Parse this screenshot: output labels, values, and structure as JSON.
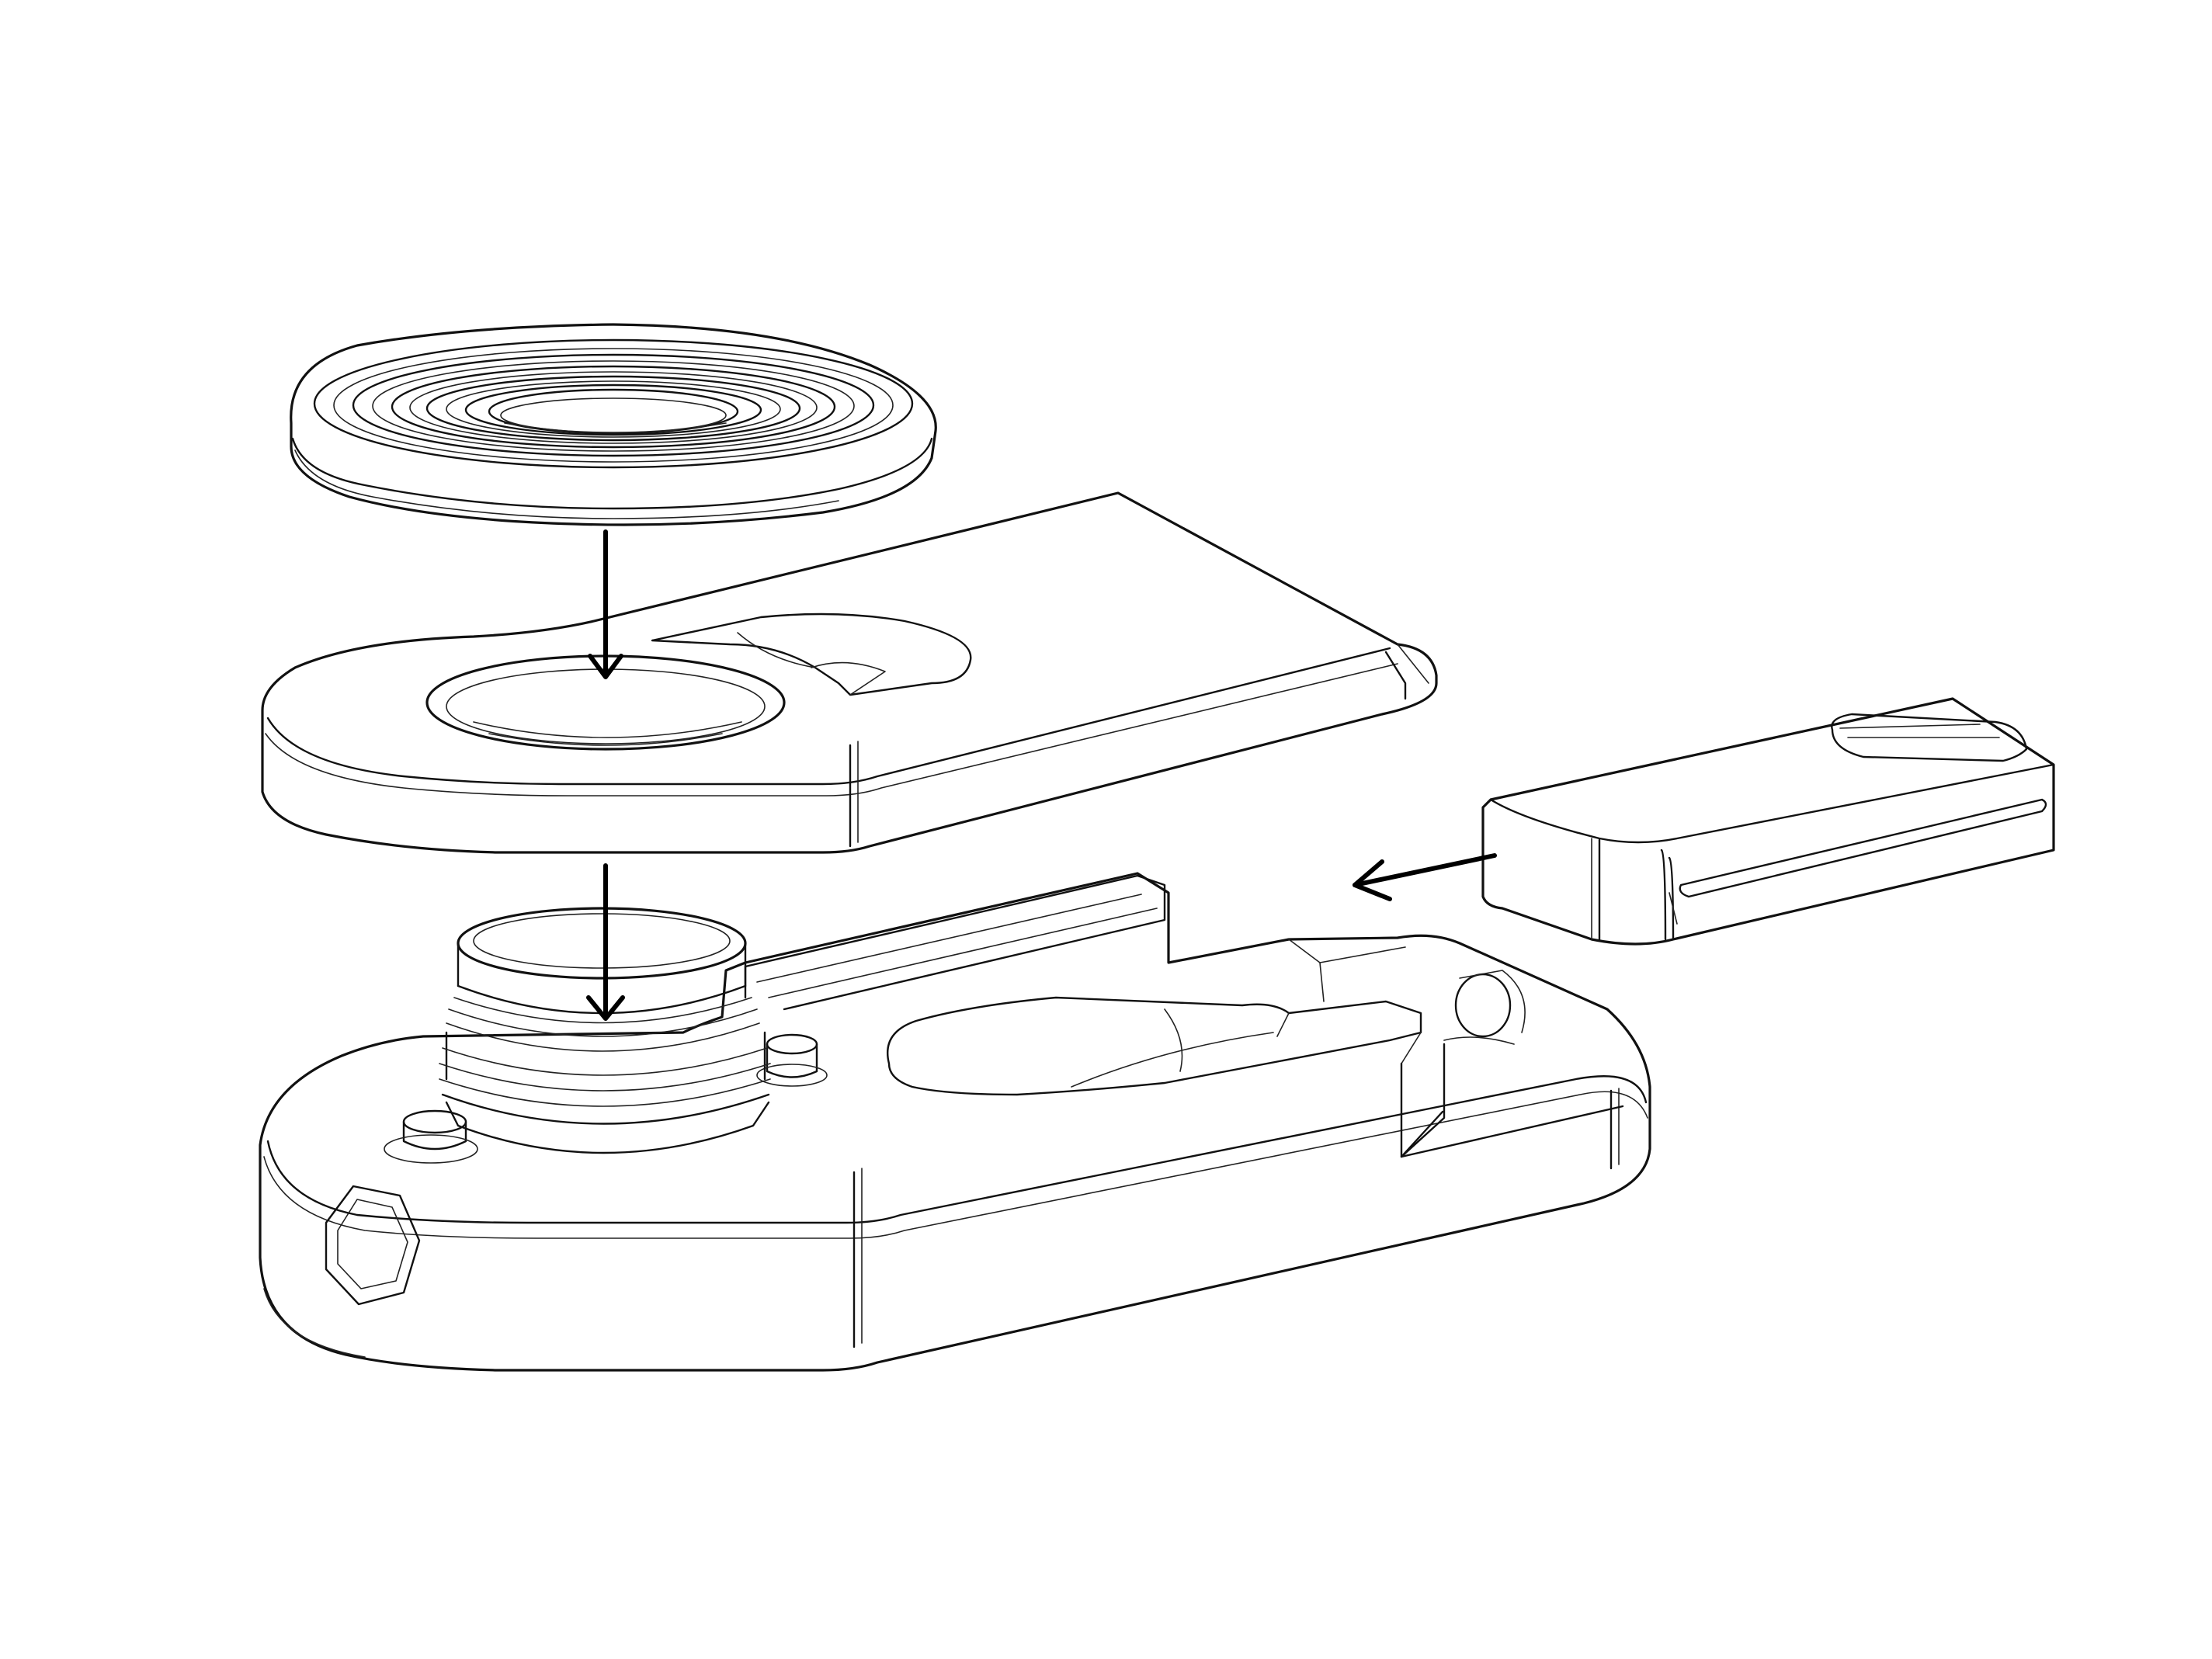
{
  "diagram": {
    "parts": [
      {
        "id": "threaded-washer",
        "icon": "threaded-ring-icon"
      },
      {
        "id": "top-plate",
        "icon": "plate-icon"
      },
      {
        "id": "base-block",
        "icon": "base-icon"
      },
      {
        "id": "slide-key",
        "icon": "key-icon"
      }
    ],
    "arrows": [
      {
        "id": "washer-to-plate",
        "direction": "down"
      },
      {
        "id": "plate-to-base",
        "direction": "down"
      },
      {
        "id": "key-to-base",
        "direction": "left"
      }
    ],
    "colors": {
      "line": "#111111",
      "arrow": "#000000",
      "background": "#ffffff"
    }
  }
}
